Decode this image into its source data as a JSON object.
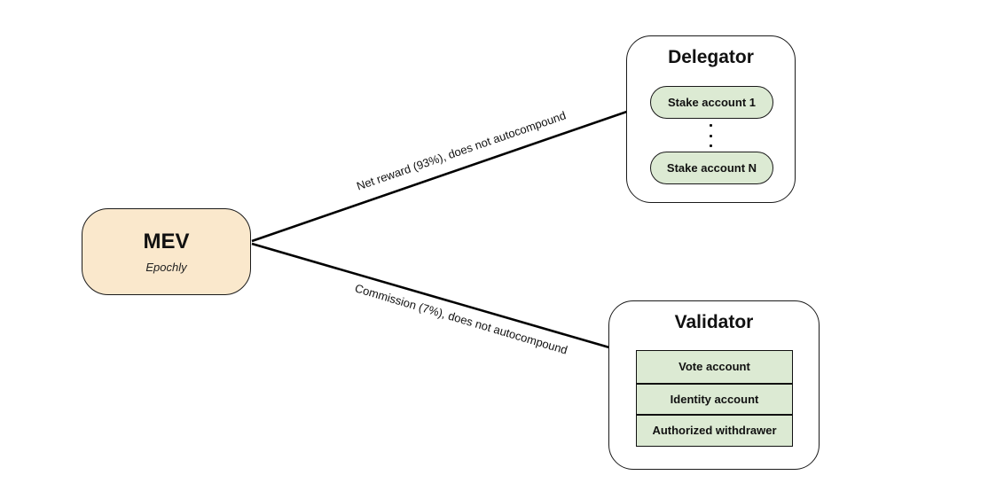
{
  "colors": {
    "background": "#ffffff",
    "mev_fill": "#fae8cc",
    "account_fill": "#dcead3",
    "border": "#1a1a1a",
    "arrow": "#000000",
    "text": "#111111"
  },
  "mev": {
    "title": "MEV",
    "subtitle": "Epochly"
  },
  "delegator": {
    "title": "Delegator",
    "accounts": [
      "Stake account 1",
      "Stake account N"
    ]
  },
  "validator": {
    "title": "Validator",
    "rows": [
      "Vote account",
      "Identity account",
      "Authorized withdrawer"
    ]
  },
  "arrows": [
    {
      "from": "MEV",
      "to": "Delegator",
      "label": "Net reward (93%), does not autocompound"
    },
    {
      "from": "MEV",
      "to": "Validator",
      "label": "Commission (7%), does not autocompound"
    }
  ]
}
